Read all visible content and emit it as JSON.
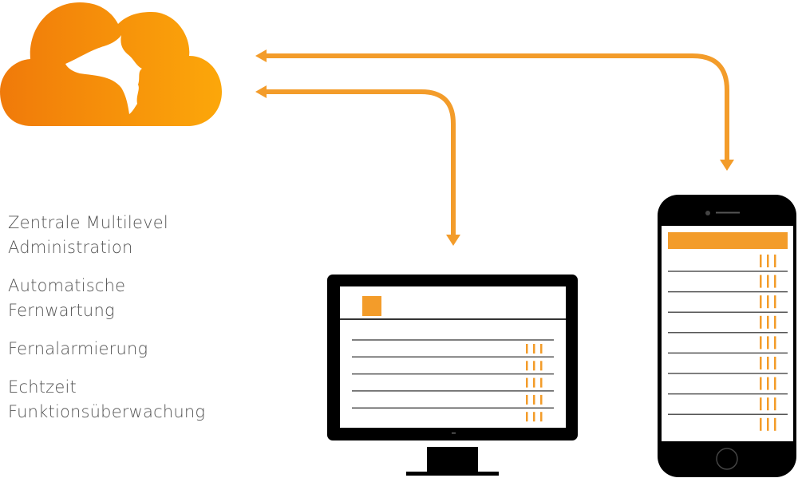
{
  "features": [
    "Zentrale Multilevel\nAdministration",
    "Automatische\nFernwartung",
    "Fernalarmierung",
    "Echtzeit\nFunktionsüberwachung"
  ],
  "icons": [
    "cloud-fox-logo",
    "desktop-monitor",
    "smartphone",
    "bidirectional-arrow"
  ],
  "colors": {
    "accent": "#f39c2a",
    "cloud_start": "#f07a0a",
    "cloud_end": "#fca70a",
    "device": "#000000",
    "text": "#555555"
  },
  "desktop": {
    "rows": 5
  },
  "phone": {
    "rows": 9
  }
}
